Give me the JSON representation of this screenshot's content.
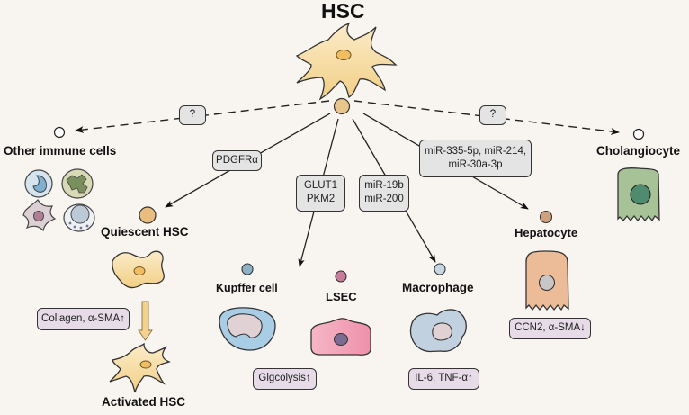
{
  "title": "HSC",
  "colors": {
    "background": "#f8f4f0",
    "hsc_cell_fill": "#f7deaa",
    "hsc_dot": "#e9c58c",
    "quiescent_dot": "#e8bd7e",
    "kupffer_dot": "#8fb1c5",
    "lsec_dot": "#c97c9a",
    "macrophage_dot": "#c8d6e3",
    "hepatocyte_dot": "#cfa07c",
    "hepatocyte_fill": "#ecbc98",
    "cholangiocyte_fill": "#a8c297",
    "cholangiocyte_nucleus": "#4e8c6d",
    "mediator_box": "#e4e4e4",
    "effect_box": "#e6dbe6"
  },
  "targets": {
    "other_immune": "Other immune cells",
    "quiescent_hsc": "Quiescent HSC",
    "activated_hsc": "Activated HSC",
    "kupffer": "Kupffer cell",
    "lsec": "LSEC",
    "macrophage": "Macrophage",
    "hepatocyte": "Hepatocyte",
    "cholangiocyte": "Cholangiocyte"
  },
  "mediators": {
    "unknown_left": "?",
    "unknown_right": "?",
    "pdgfr": "PDGFRα",
    "glut1": "GLUT1",
    "pkm2": "PKM2",
    "mir19b": "miR-19b",
    "mir200": "miR-200",
    "mirs_line1": "miR-335-5p, miR-214,",
    "mirs_line2": "miR-30a-3p"
  },
  "effects": {
    "collagen": "Collagen, α-SMA↑",
    "glycolysis": "Glgcolysis↑",
    "il6": "IL-6, TNF-α↑",
    "ccn2": "CCN2, α-SMA↓"
  },
  "edges": [
    {
      "from": "HSC",
      "to": "Other immune cells",
      "via": "?",
      "style": "dashed"
    },
    {
      "from": "HSC",
      "to": "Quiescent HSC",
      "via": "PDGFRα",
      "style": "solid"
    },
    {
      "from": "HSC",
      "to": "Kupffer cell",
      "via": "GLUT1 / PKM2",
      "style": "solid"
    },
    {
      "from": "HSC",
      "to": "Macrophage",
      "via": "miR-19b / miR-200",
      "style": "solid"
    },
    {
      "from": "HSC",
      "to": "Hepatocyte",
      "via": "miR-335-5p, miR-214, miR-30a-3p",
      "style": "solid"
    },
    {
      "from": "HSC",
      "to": "Cholangiocyte",
      "via": "?",
      "style": "dashed"
    },
    {
      "from": "Quiescent HSC",
      "to": "Activated HSC",
      "via": "",
      "style": "block-arrow"
    }
  ]
}
